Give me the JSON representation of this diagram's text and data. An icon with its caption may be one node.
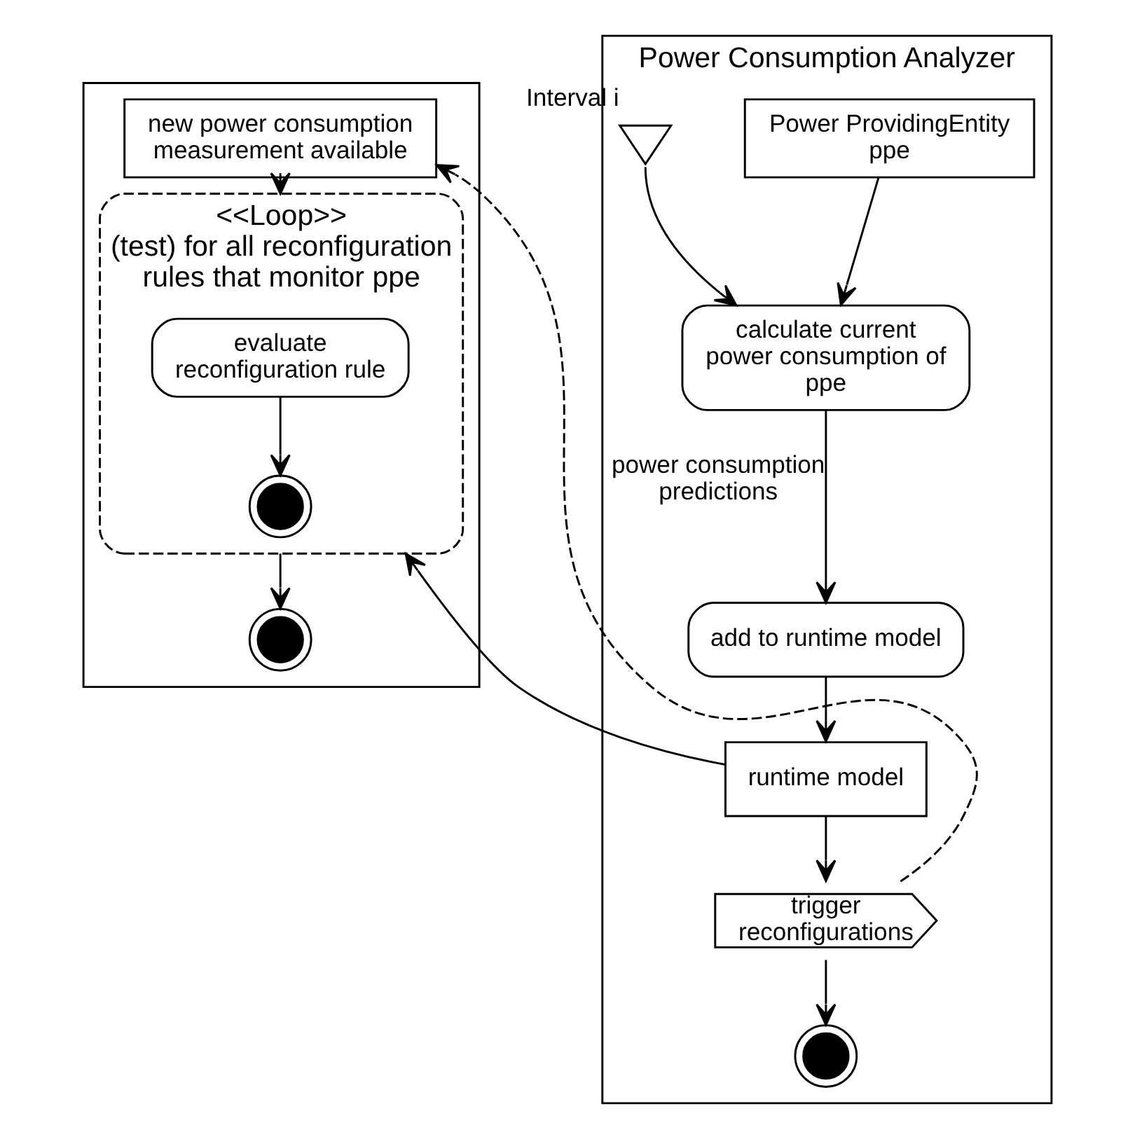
{
  "diagram": {
    "nodes": [
      {
        "text": [],
        "shape": "box"
      },
      {
        "text": [
          "Power Consumption Analyzer"
        ]
      },
      {
        "text": [
          "new power consumption measurement available"
        ],
        "in": 0
      },
      {
        "text": [
          "<<Loop>>",
          "(test) for all reconfiguration rules that monitor ppe"
        ],
        "in": 0
      },
      {
        "text": [
          "evaluate reconfiguration rule"
        ],
        "in": 3
      },
      {
        "text": [],
        "shape": "circle",
        "in": 3
      },
      {
        "text": [],
        "shape": "circle",
        "in": 0
      },
      {
        "text": [
          "Power ProvidingEntity ppe"
        ],
        "in": 1
      },
      {
        "text": [],
        "shape": "hourglass",
        "beside": [
          "Interval i"
        ],
        "in": 1
      },
      {
        "text": [
          "calculate current power consumption of ppe"
        ],
        "in": 1
      },
      {
        "text": [
          "add to runtime model"
        ],
        "in": 1
      },
      {
        "text": [
          "runtime model"
        ],
        "in": 1
      },
      {
        "text": [
          "trigger reconfigurations"
        ],
        "in": 1
      },
      {
        "text": [],
        "shape": "circle",
        "in": 1
      }
    ],
    "edges": [
      {
        "from": 2,
        "to": 3,
        "arrow": "to"
      },
      {
        "from": 4,
        "to": 5,
        "arrow": "to"
      },
      {
        "from": 3,
        "to": 6,
        "arrow": "to"
      },
      {
        "from": 7,
        "to": 9,
        "arrow": "to"
      },
      {
        "from": 8,
        "to": 9,
        "arrow": "to"
      },
      {
        "from": 9,
        "to": 10,
        "arrow": "to",
        "label": "power consumption predictions"
      },
      {
        "from": 10,
        "to": 11,
        "arrow": "to"
      },
      {
        "from": 11,
        "to": 3,
        "arrow": "to"
      },
      {
        "from": 11,
        "to": 12,
        "arrow": "to"
      },
      {
        "from": 12,
        "to": 13,
        "arrow": "to"
      },
      {
        "from": 12,
        "to": 2,
        "arrow": "to",
        "style": "dashed"
      }
    ]
  }
}
